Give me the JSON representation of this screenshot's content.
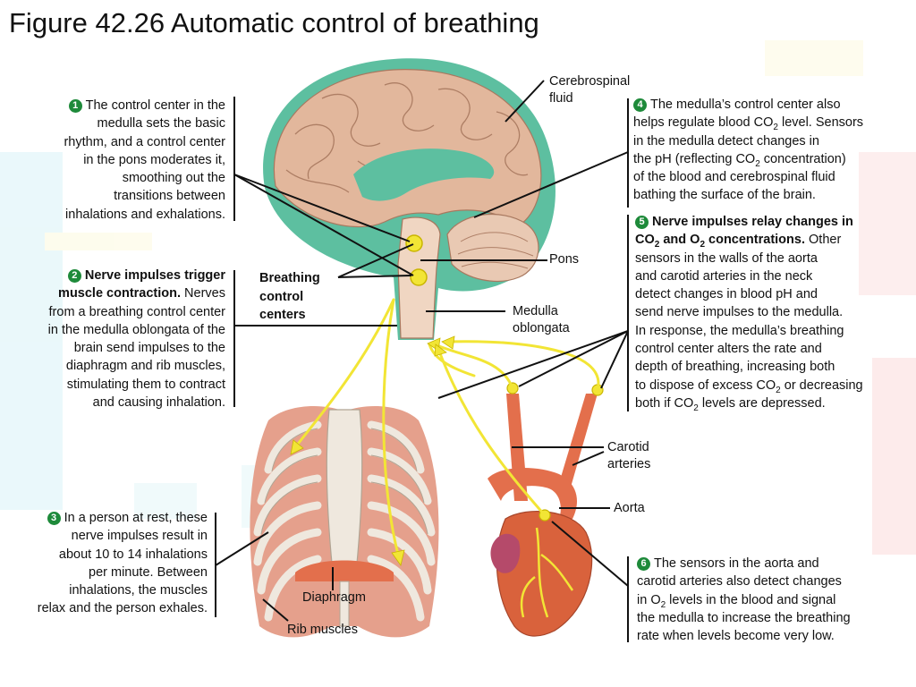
{
  "title": "Figure 42.26 Automatic control of breathing",
  "colors": {
    "badge": "#1e8a3a",
    "nerve": "#f2e535",
    "brain": "#e2b79c",
    "csf": "#5dbfa0",
    "muscle": "#e5a08c",
    "artery": "#e36f4c"
  },
  "steps": {
    "s1": {
      "number": "1",
      "lines": [
        "The control center in the",
        "medulla sets the basic",
        "rhythm, and a control center",
        "in the pons moderates it,",
        "smoothing out the",
        "transitions between",
        "inhalations and exhalations."
      ]
    },
    "s2": {
      "number": "2",
      "bold1": "Nerve impulses trigger",
      "bold2": "muscle contraction.",
      "rest2": " Nerves",
      "lines": [
        "from a breathing control center",
        "in the medulla oblongata of the",
        "brain send impulses to the",
        "diaphragm and rib muscles,",
        "stimulating them to contract",
        "and causing inhalation."
      ]
    },
    "s3": {
      "number": "3",
      "lines": [
        "In a person at rest, these",
        "nerve impulses result in",
        "about 10 to 14 inhalations",
        "per minute. Between",
        "inhalations, the muscles",
        "relax and the person exhales."
      ]
    },
    "s4": {
      "number": "4",
      "l1": "The medulla’s control center also",
      "l2a": "helps regulate blood CO",
      "l2sub": "2",
      "l2b": " level. Sensors",
      "l3": "in the medulla detect changes in",
      "l4a": "the pH (reflecting CO",
      "l4sub": "2",
      "l4b": " concentration)",
      "l5": "of the blood and cerebrospinal fluid",
      "l6": "bathing the surface of the brain."
    },
    "s5": {
      "number": "5",
      "b1": "Nerve impulses relay changes in",
      "b2a": "CO",
      "b2sub1": "2",
      "b2b": " and O",
      "b2sub2": "2",
      "b2c": " concentrations.",
      "r2": " Other",
      "l3": "sensors in the walls of the aorta",
      "l4": "and carotid arteries in the neck",
      "l5": "detect changes in blood pH and",
      "l6": "send nerve impulses to the medulla.",
      "l7": "In response, the medulla’s breathing",
      "l8": "control center alters the rate and",
      "l9": "depth of breathing, increasing both",
      "l10a": "to dispose of excess CO",
      "l10sub": "2",
      "l10b": " or decreasing",
      "l11a": "both if CO",
      "l11sub": "2",
      "l11b": "  levels are depressed."
    },
    "s6": {
      "number": "6",
      "l1": "The sensors in the aorta and",
      "l2": "carotid arteries also detect changes",
      "l3a": "in O",
      "l3sub": "2",
      "l3b": " levels in the blood and signal",
      "l4": "the medulla to increase the breathing",
      "l5": "rate when levels become very low."
    }
  },
  "labels": {
    "csf1": "Cerebrospinal",
    "csf2": "fluid",
    "pons": "Pons",
    "medulla1": "Medulla",
    "medulla2": "oblongata",
    "bcc1": "Breathing",
    "bcc2": "control",
    "bcc3": "centers",
    "carotid1": "Carotid",
    "carotid2": "arteries",
    "aorta": "Aorta",
    "diaphragm": "Diaphragm",
    "rib": "Rib muscles"
  }
}
